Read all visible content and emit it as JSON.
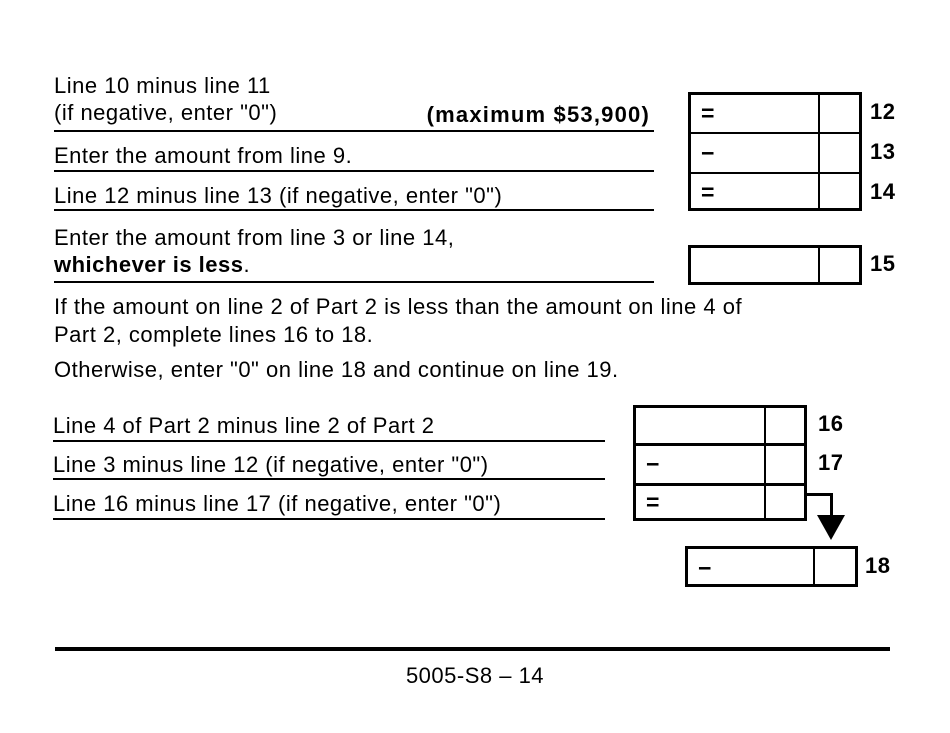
{
  "doc": {
    "section1": {
      "row12": {
        "line1": "Line 10 minus line 11",
        "line2": "(if negative, enter \"0\")",
        "max_note": "(maximum $53,900)",
        "sign": "=",
        "line_no": "12"
      },
      "row13": {
        "label": "Enter the amount from line 9.",
        "sign": "−",
        "line_no": "13"
      },
      "row14": {
        "label": "Line 12 minus line 13 (if negative, enter \"0\")",
        "sign": "=",
        "line_no": "14"
      },
      "row15": {
        "label_start": "Enter the amount from line 3 or line 14,",
        "label_bold": "whichever is less",
        "label_end": ".",
        "line_no": "15"
      }
    },
    "instructions": {
      "p1_line1": "If the amount on line 2 of Part 2 is less than the amount on line 4 of",
      "p1_line2": "Part 2, complete lines 16 to 18.",
      "p2": "Otherwise, enter \"0\" on line 18 and continue on line 19."
    },
    "section2": {
      "row16": {
        "label": "Line 4 of Part 2 minus line 2 of Part 2",
        "line_no": "16"
      },
      "row17": {
        "label": "Line 3 minus line 12 (if negative, enter \"0\")",
        "sign": "−",
        "line_no": "17"
      },
      "row_result": {
        "label": "Line 16 minus line 17 (if negative, enter \"0\")",
        "sign": "="
      },
      "row18": {
        "sign": "−",
        "line_no": "18"
      }
    },
    "footer": {
      "page_code": "5005-S8 – 14"
    },
    "colors": {
      "ink": "#000000",
      "paper": "#ffffff"
    }
  }
}
